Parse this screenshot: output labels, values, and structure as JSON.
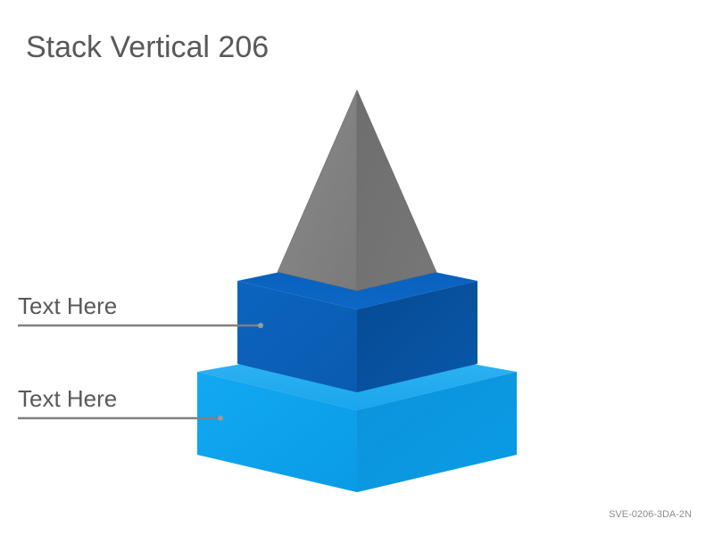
{
  "slide": {
    "title": "Stack Vertical 206",
    "code": "SVE-0206-3DA-2N"
  },
  "layers": [
    {
      "label": "Text Here",
      "color": "#0a63c2"
    },
    {
      "label": "Text Here",
      "color": "#1aa7ee"
    }
  ],
  "apex": {
    "color": "#7f7f7f"
  },
  "connector_color": "#808080"
}
